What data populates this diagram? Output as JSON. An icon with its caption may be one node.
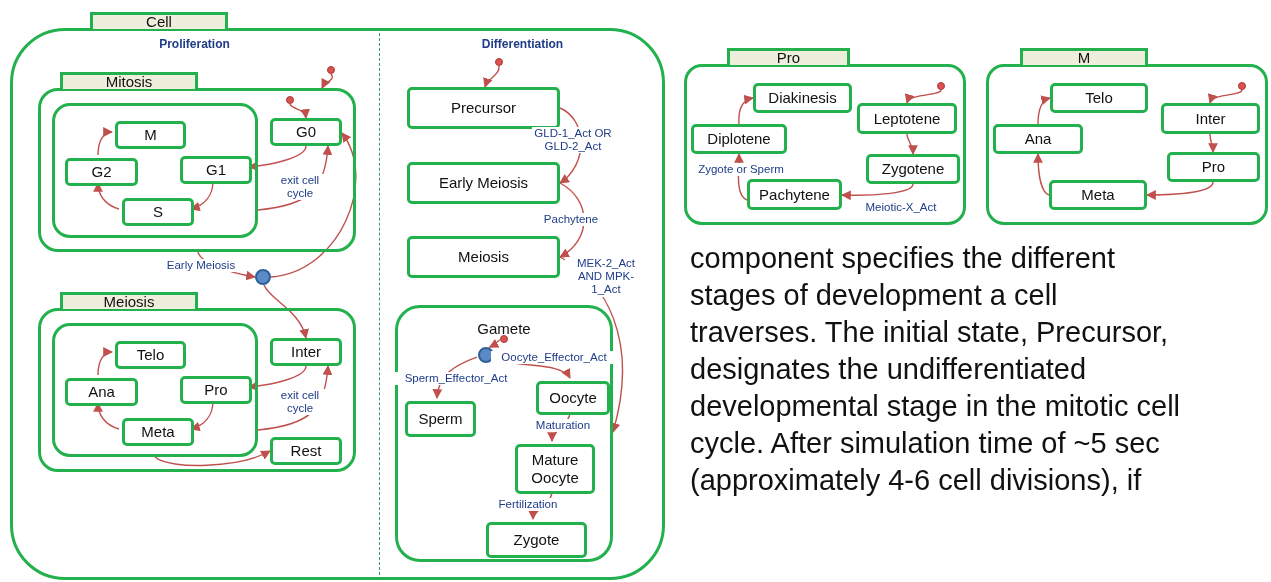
{
  "diagram": {
    "nodes": [
      {
        "text": [
          "Cell"
        ]
      },
      {
        "text": [
          "Proliferation"
        ],
        "in": 0
      },
      {
        "text": [
          "Mitosis"
        ],
        "in": 1
      },
      {
        "text": [],
        "shape": "box",
        "in": 2
      },
      {
        "text": [
          "M"
        ],
        "in": 3
      },
      {
        "text": [
          "G2"
        ],
        "in": 3
      },
      {
        "text": [
          "G1"
        ],
        "in": 3
      },
      {
        "text": [
          "S"
        ],
        "in": 3
      },
      {
        "text": [
          "G0"
        ],
        "in": 2
      },
      {
        "text": [],
        "shape": "circle",
        "in": 2
      },
      {
        "text": [],
        "shape": "circle",
        "in": 1
      },
      {
        "text": [],
        "shape": "circle",
        "in": 1
      },
      {
        "text": [
          "Meiosis"
        ],
        "in": 1
      },
      {
        "text": [],
        "shape": "box",
        "in": 12
      },
      {
        "text": [
          "Telo"
        ],
        "in": 13
      },
      {
        "text": [
          "Ana"
        ],
        "in": 13
      },
      {
        "text": [
          "Pro"
        ],
        "in": 13
      },
      {
        "text": [
          "Meta"
        ],
        "in": 13
      },
      {
        "text": [
          "Inter"
        ],
        "in": 12
      },
      {
        "text": [
          "Rest"
        ],
        "in": 12
      },
      {
        "text": [
          "Differentiation"
        ],
        "in": 0
      },
      {
        "text": [],
        "shape": "circle",
        "in": 20
      },
      {
        "text": [
          "Precursor"
        ],
        "in": 20
      },
      {
        "text": [
          "Early Meiosis"
        ],
        "in": 20
      },
      {
        "text": [
          "Meiosis"
        ],
        "in": 20
      },
      {
        "text": [
          "Gamete"
        ],
        "in": 20
      },
      {
        "text": [],
        "shape": "circle",
        "in": 25
      },
      {
        "text": [],
        "shape": "circle",
        "in": 25
      },
      {
        "text": [
          "Sperm"
        ],
        "in": 25
      },
      {
        "text": [
          "Oocyte"
        ],
        "in": 25
      },
      {
        "text": [
          "Mature Oocyte"
        ],
        "in": 25
      },
      {
        "text": [
          "Zygote"
        ],
        "in": 25
      },
      {
        "text": [
          "Pro"
        ]
      },
      {
        "text": [],
        "shape": "circle",
        "in": 32
      },
      {
        "text": [
          "Diakinesis"
        ],
        "in": 32
      },
      {
        "text": [
          "Leptotene"
        ],
        "in": 32
      },
      {
        "text": [
          "Diplotene"
        ],
        "in": 32
      },
      {
        "text": [
          "Zygotene"
        ],
        "in": 32
      },
      {
        "text": [
          "Pachytene"
        ],
        "in": 32
      },
      {
        "text": [
          "M"
        ]
      },
      {
        "text": [],
        "shape": "circle",
        "in": 39
      },
      {
        "text": [
          "Telo"
        ],
        "in": 39
      },
      {
        "text": [
          "Inter"
        ],
        "in": 39
      },
      {
        "text": [
          "Ana"
        ],
        "in": 39
      },
      {
        "text": [
          "Pro"
        ],
        "in": 39
      },
      {
        "text": [
          "Meta"
        ],
        "in": 39
      }
    ],
    "edges": [
      {
        "from": 10,
        "to": 2,
        "arrow": "to"
      },
      {
        "from": 9,
        "to": 8,
        "arrow": "to"
      },
      {
        "from": 8,
        "to": 6,
        "arrow": "to"
      },
      {
        "from": 6,
        "to": 7,
        "arrow": "to"
      },
      {
        "from": 7,
        "to": 5,
        "arrow": "to"
      },
      {
        "from": 5,
        "to": 4,
        "arrow": "to"
      },
      {
        "from": 3,
        "to": 8,
        "arrow": "to",
        "label": "exit cell cycle"
      },
      {
        "from": 2,
        "to": 11,
        "arrow": "to",
        "label": "Early Meiosis"
      },
      {
        "from": 11,
        "to": 8,
        "arrow": "to"
      },
      {
        "from": 11,
        "to": 18,
        "arrow": "to"
      },
      {
        "from": 18,
        "to": 16,
        "arrow": "to"
      },
      {
        "from": 16,
        "to": 17,
        "arrow": "to"
      },
      {
        "from": 17,
        "to": 15,
        "arrow": "to"
      },
      {
        "from": 15,
        "to": 14,
        "arrow": "to"
      },
      {
        "from": 13,
        "to": 18,
        "arrow": "to",
        "label": "exit cell cycle"
      },
      {
        "from": 13,
        "to": 19,
        "arrow": "to"
      },
      {
        "from": 21,
        "to": 22,
        "arrow": "to"
      },
      {
        "from": 22,
        "to": 23,
        "arrow": "to",
        "label": "GLD-1_Act OR GLD-2_Act"
      },
      {
        "from": 23,
        "to": 24,
        "arrow": "to",
        "label": "Pachytene"
      },
      {
        "from": 24,
        "to": 25,
        "arrow": "to",
        "label": "MEK-2_Act AND MPK-1_Act"
      },
      {
        "from": 26,
        "to": 27,
        "arrow": "to"
      },
      {
        "from": 27,
        "to": 28,
        "arrow": "to",
        "label": "Sperm_Effector_Act"
      },
      {
        "from": 27,
        "to": 29,
        "arrow": "to",
        "label": "Oocyte_Effector_Act"
      },
      {
        "from": 29,
        "to": 30,
        "arrow": "to",
        "label": "Maturation"
      },
      {
        "from": 30,
        "to": 31,
        "arrow": "to",
        "label": "Fertilization"
      },
      {
        "from": 33,
        "to": 35,
        "arrow": "to"
      },
      {
        "from": 35,
        "to": 37,
        "arrow": "to"
      },
      {
        "from": 37,
        "to": 38,
        "arrow": "to",
        "label": "Meiotic-X_Act"
      },
      {
        "from": 38,
        "to": 36,
        "arrow": "to",
        "label": "Zygote or Sperm"
      },
      {
        "from": 36,
        "to": 34,
        "arrow": "to"
      },
      {
        "from": 40,
        "to": 42,
        "arrow": "to"
      },
      {
        "from": 42,
        "to": 44,
        "arrow": "to"
      },
      {
        "from": 44,
        "to": 45,
        "arrow": "to"
      },
      {
        "from": 45,
        "to": 43,
        "arrow": "to"
      },
      {
        "from": 43,
        "to": 41,
        "arrow": "to"
      }
    ],
    "labels": [
      "component specifies the different stages of development a cell traverses. The initial state, Precursor, designates the undifferentiated developmental stage in the mitotic cell cycle. After simulation time of ~5 sec (approximately 4-6 cell divisions), if"
    ]
  }
}
